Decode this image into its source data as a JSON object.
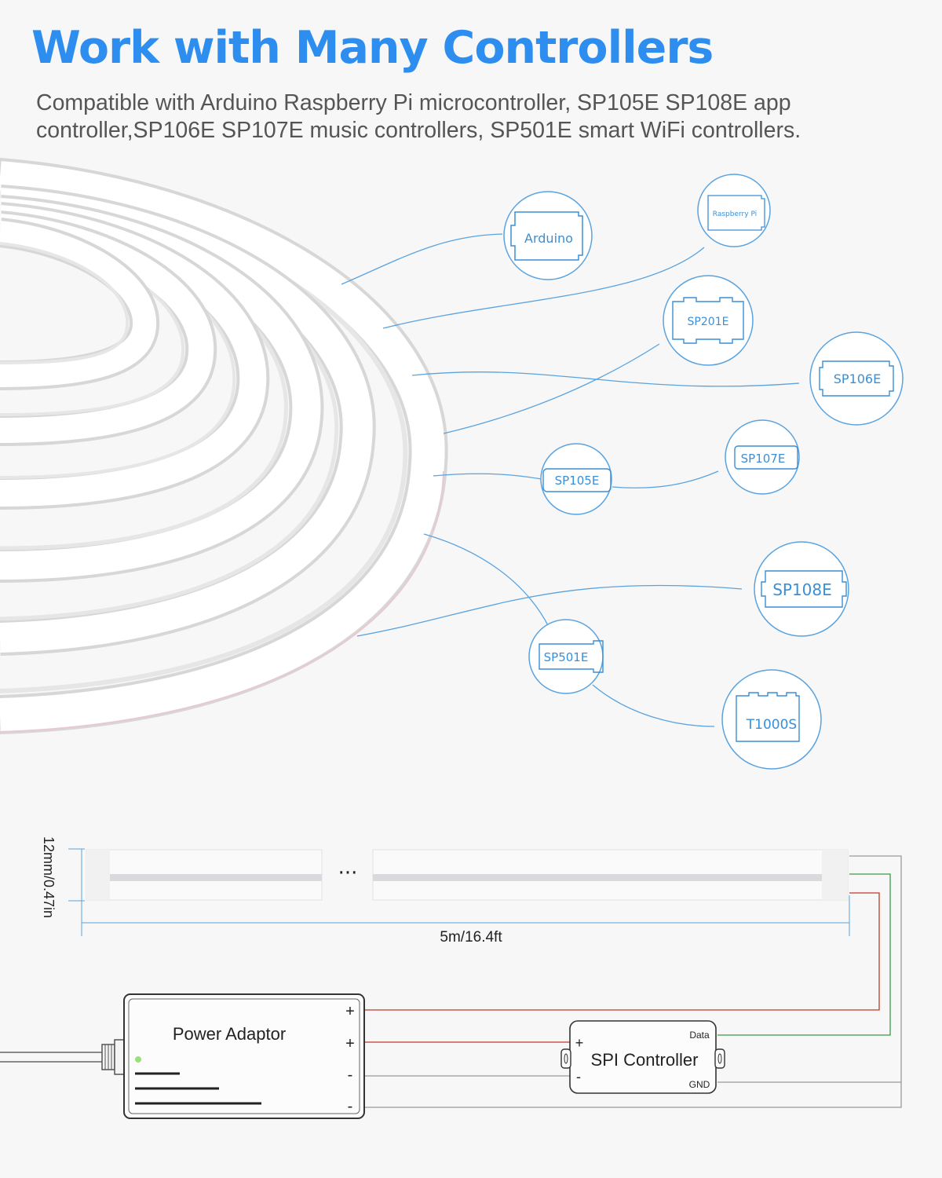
{
  "header": {
    "title": "Work with Many Controllers",
    "subtitle": "Compatible with Arduino Raspberry Pi microcontroller,  SP105E SP108E app controller,SP106E SP107E music controllers, SP501E smart WiFi controllers."
  },
  "controllers": [
    {
      "id": "arduino",
      "label": "Arduino",
      "icon": "arduino-board-icon"
    },
    {
      "id": "raspberry",
      "label": "Raspberry Pi",
      "icon": "raspberry-pi-board-icon"
    },
    {
      "id": "sp201e",
      "label": "SP201E",
      "icon": "controller-box-icon"
    },
    {
      "id": "sp106e",
      "label": "SP106E",
      "icon": "controller-box-icon"
    },
    {
      "id": "sp107e",
      "label": "SP107E",
      "icon": "controller-box-icon"
    },
    {
      "id": "sp105e",
      "label": "SP105E",
      "icon": "controller-box-icon"
    },
    {
      "id": "sp108e",
      "label": "SP108E",
      "icon": "controller-box-icon"
    },
    {
      "id": "sp501e",
      "label": "SP501E",
      "icon": "controller-box-icon"
    },
    {
      "id": "t1000s",
      "label": "T1000S",
      "icon": "controller-box-icon"
    }
  ],
  "wiring": {
    "height_label": "12mm/0.47in",
    "length_label": "5m/16.4ft",
    "ellipsis": "···",
    "power_adaptor": {
      "label": "Power Adaptor",
      "terminals": [
        "+",
        "+",
        "-",
        "-"
      ]
    },
    "spi_controller": {
      "label": "SPI Controller",
      "data": "Data",
      "gnd": "GND",
      "plus": "+",
      "minus": "-"
    },
    "colors": {
      "accent": "#2d8ef0",
      "icon_line": "#3a8fd6",
      "positive_wire": "#c0392b",
      "data_wire": "#3a9a4a",
      "ground_wire": "#9a9a9a"
    }
  }
}
